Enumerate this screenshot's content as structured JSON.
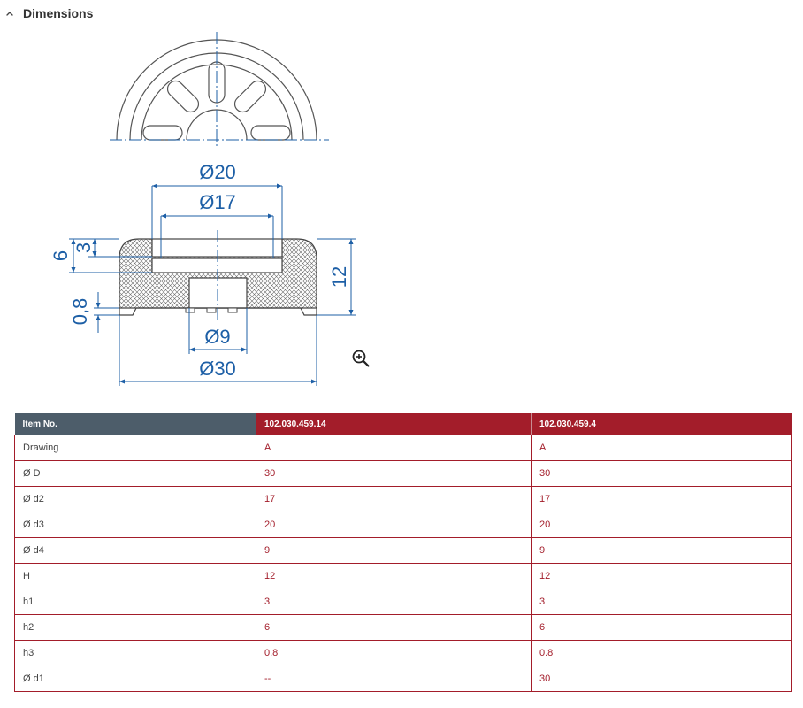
{
  "section": {
    "title": "Dimensions",
    "expanded": true,
    "toggle_icon": "chevron-up-icon"
  },
  "drawing": {
    "dimensions": {
      "d3": "Ø20",
      "d2": "Ø17",
      "d4": "Ø9",
      "D": "Ø30",
      "h2": "6",
      "h1": "3",
      "H": "12",
      "h3": "0,8"
    },
    "zoom_icon": "zoom-in-icon",
    "line_color": "#1d5fa6",
    "outline_color": "#555555"
  },
  "table": {
    "columns": [
      "Item No.",
      "102.030.459.14",
      "102.030.459.4"
    ],
    "rows": [
      [
        "Drawing",
        "A",
        "A"
      ],
      [
        "Ø D",
        "30",
        "30"
      ],
      [
        "Ø d2",
        "17",
        "17"
      ],
      [
        "Ø d3",
        "20",
        "20"
      ],
      [
        "Ø d4",
        "9",
        "9"
      ],
      [
        "H",
        "12",
        "12"
      ],
      [
        "h1",
        "3",
        "3"
      ],
      [
        "h2",
        "6",
        "6"
      ],
      [
        "h3",
        "0.8",
        "0.8"
      ],
      [
        "Ø d1",
        "--",
        "30"
      ]
    ],
    "header_label_color": "#4d5d6a",
    "header_product_color": "#a31d2a",
    "value_color": "#a31d2a"
  }
}
